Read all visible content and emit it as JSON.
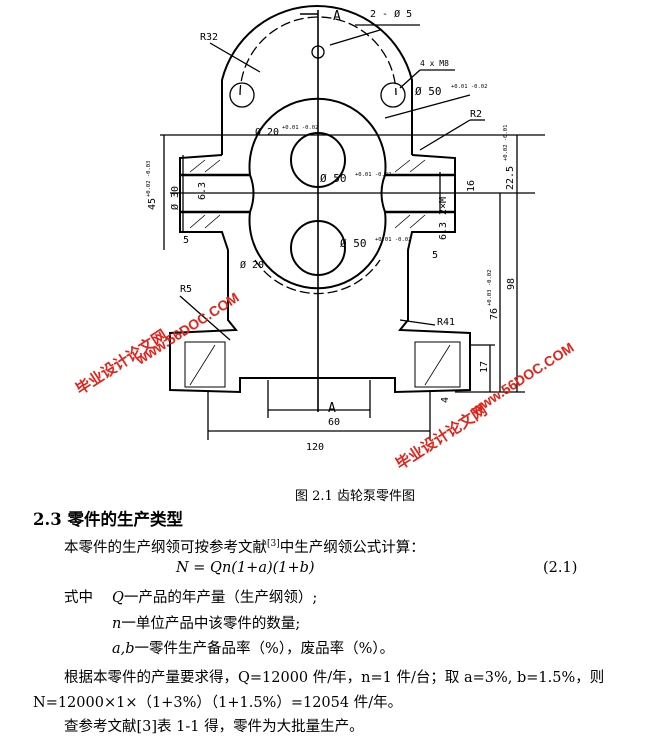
{
  "drawing": {
    "labels": {
      "section_a_top": "A",
      "holes": "2 - Ø 5",
      "r32": "R32",
      "threads": "4 x M8",
      "d50_top": "Ø 50",
      "d50_top_tol": "+0.01 -0.02",
      "d20": "Ø 20",
      "d20_tol": "+0.01 -0.02",
      "r2": "R2",
      "d50_mid": "Ø 50",
      "d50_mid_tol": "+0.01 -0.02",
      "dim_22_5": "22.5",
      "dim_22_5_tol": "+0.02 -0.01",
      "dim_16": "16",
      "thread_2xm": "2×M",
      "rough_right": "6.3",
      "rough_left": "6.3",
      "dim_45": "45",
      "dim_45_tol": "+0.02 -0.03",
      "d30": "Ø 30",
      "dim_5_left": "5",
      "dim_5_right": "5",
      "d50_low": "Ø 50",
      "d50_low_tol": "+0.01 -0.02",
      "d20_low": "Ø 20",
      "r5": "R5",
      "r41": "R41",
      "dim_76": "76",
      "dim_76_tol": "+0.03 -0.02",
      "dim_98": "98",
      "dim_17": "17",
      "dim_4": "4",
      "section_a_bottom": "A",
      "dim_60": "60",
      "dim_120": "120"
    },
    "watermark_left_cn": "毕业设计论文网",
    "watermark_left_url": "www.56DOC.COM",
    "watermark_right_url": "www.56DOC.COM",
    "watermark_right_cn": "毕业设计论文网"
  },
  "caption": "图 2.1 齿轮泵零件图",
  "section": {
    "heading": "2.3 零件的生产类型",
    "intro_a": "本零件的生产纲领可按参考文献",
    "intro_ref": "[3]",
    "intro_b": "中生产纲领公式计算：",
    "formula": "N = Qn(1+a)(1+b)",
    "formula_number": "(2.1)",
    "where_label": "式中",
    "def_q_sym": "Q",
    "def_q": "一产品的年产量（生产纲领）;",
    "def_n_sym": "n",
    "def_n": "一单位产品中该零件的数量;",
    "def_ab_sym": "a,b",
    "def_ab": "一零件生产备品率（%），废品率（%）。",
    "calc_line1": "根据本零件的产量要求得，Q=12000 件/年，n=1 件/台；取 a=3%, b=1.5%，则",
    "calc_line2": "N=12000×1×（1+3%）（1+1.5%）=12054 件/年。",
    "conclusion": "查参考文献[3]表 1-1 得，零件为大批量生产。"
  }
}
